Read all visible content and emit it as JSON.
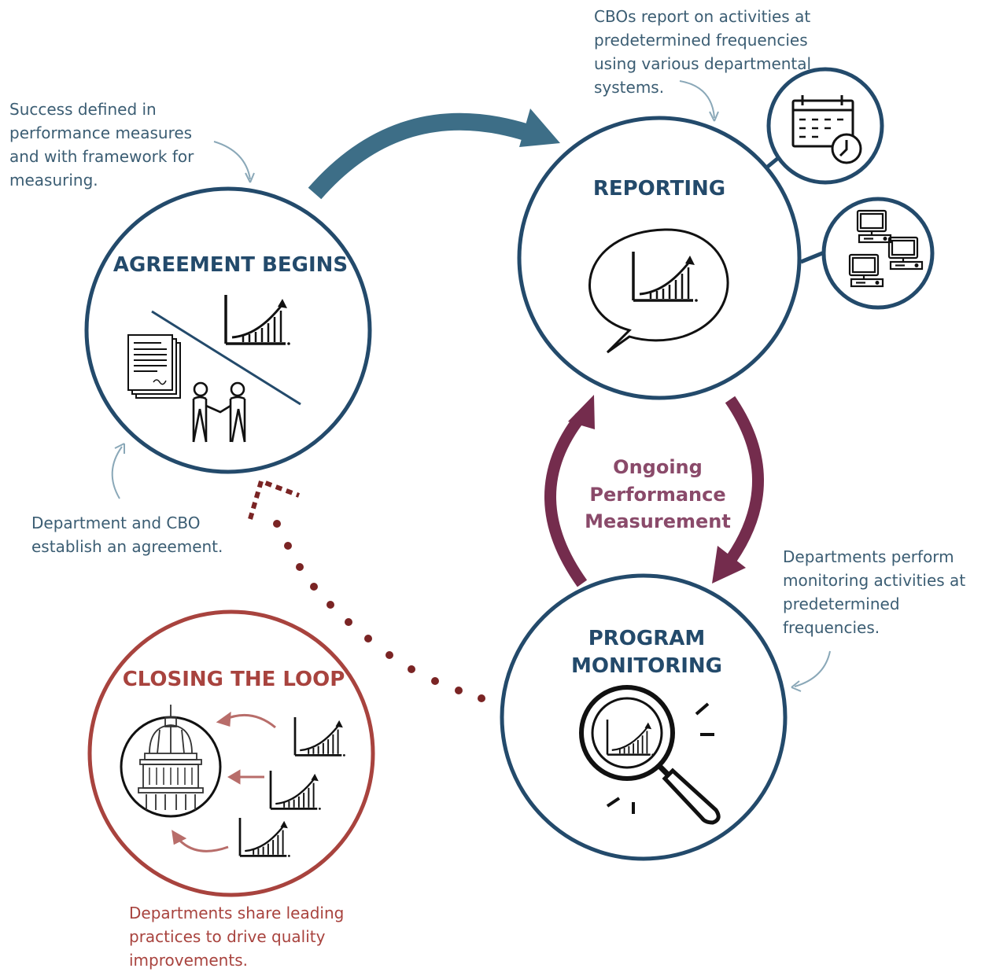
{
  "stages": {
    "agreement": {
      "title": "AGREEMENT BEGINS"
    },
    "reporting": {
      "title": "REPORTING"
    },
    "monitoring": {
      "title_line1": "PROGRAM",
      "title_line2": "MONITORING"
    },
    "closing": {
      "title": "CLOSING THE LOOP"
    }
  },
  "cycle_label": {
    "line1": "Ongoing",
    "line2": "Performance",
    "line3": "Measurement"
  },
  "notes": {
    "success": "Success defined in\nperformance measures\nand with framework for\nmeasuring.",
    "department_cbo": "Department and CBO\nestablish an agreement.",
    "cbos_report": "CBOs report on activities at\npredetermined frequencies\nusing various departmental\nsystems.",
    "departments_perform": "Departments perform\nmonitoring activities at\npredetermined\nfrequencies.",
    "share_practices": "Departments share leading\npractices to drive quality\nimprovements."
  },
  "icons": [
    "contract-document-icon",
    "handshake-icon",
    "growth-chart-icon",
    "speech-bubble-icon",
    "calendar-clock-icon",
    "computer-network-icon",
    "magnifying-glass-icon",
    "capitol-dome-icon"
  ],
  "colors": {
    "navy": "#234a6b",
    "teal_arrow": "#3d6e87",
    "plum": "#742c4d",
    "maroon": "#7a2424",
    "closing_red": "#a8433e",
    "note_blue": "#3b5d73"
  }
}
